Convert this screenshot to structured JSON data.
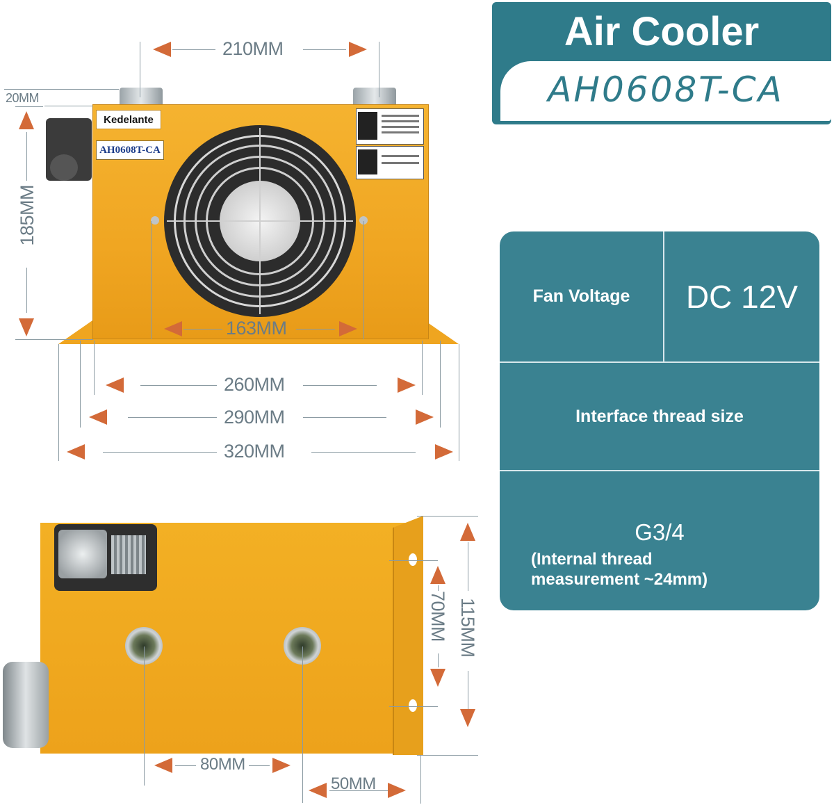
{
  "title": {
    "product": "Air Cooler",
    "model": "AH0608T-CA"
  },
  "specs": {
    "fan_voltage_label": "Fan Voltage",
    "fan_voltage_value": "DC 12V",
    "interface_label": "Interface thread size",
    "thread_value": "G3/4",
    "thread_note_line1": "(Internal thread",
    "thread_note_line2": "measurement ~24mm)"
  },
  "front_view": {
    "brand_label": "Kedelante",
    "model_plate": "AH0608T-CA",
    "dims": {
      "port_spacing": "210MM",
      "port_height": "20MM",
      "height": "185MM",
      "fan_mount": "163MM",
      "width_260": "260MM",
      "width_290": "290MM",
      "width_320": "320MM"
    }
  },
  "side_view": {
    "dims": {
      "bracket_holes": "70MM",
      "bracket_height": "115MM",
      "port_spacing": "80MM",
      "port_offset": "50MM"
    }
  },
  "colors": {
    "accent_teal": "#2f7b8a",
    "panel_teal": "#3a8291",
    "device_yellow": "#f0a622",
    "dimension_arrow": "#d36a38"
  }
}
